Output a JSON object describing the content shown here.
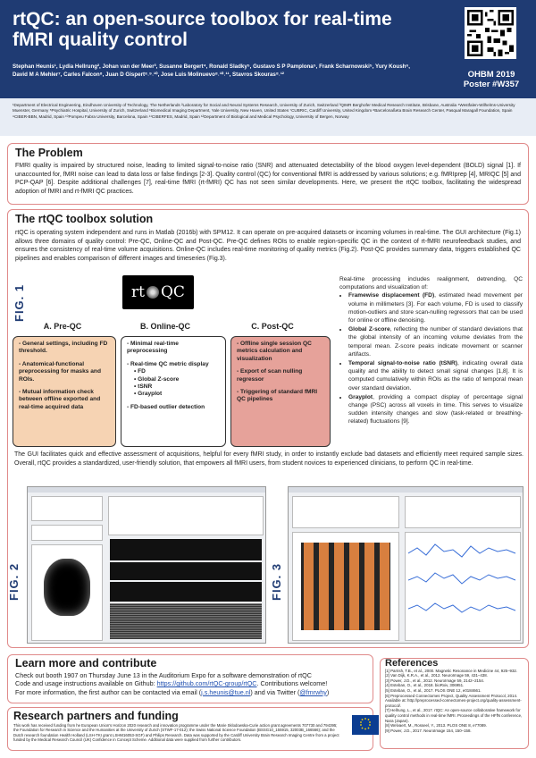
{
  "header": {
    "title": "rtQC: an open-source toolbox for real-time fMRI quality control",
    "authors": "Stephan Heunis¹, Lydia Hellrung², Johan van der Meer³, Susanne Bergert⁴, Ronald Sladky⁵, Gustavo S P Pamplona⁵, Frank Scharnowski⁵, Yury Koush⁶, David M A Mehler⁷, Carles Falcon⁸, Juan D Gispert⁸˒⁹˒¹⁰, Jose Luis Molinuevo⁸˒¹⁰˒¹¹, Stavros Skouras⁸˒¹²",
    "conference": "OHBM 2019",
    "poster": "Poster #W357"
  },
  "affiliations": "¹Department of Electrical Engineering, Eindhoven University of Technology, The Netherlands ²Laboratory for Social and Neural Systems Research, University of Zurich, Switzerland ³QIMR Berghofer Medical Research Institute, Brisbane, Australia ⁴Westfalen-Wilhelms-University Muenster, Germany ⁵Psychiatric Hospital, University of Zurich, Switzerland ⁶Biomedical Imaging Department, Yale University, New Haven, United States ⁷CUBRIC, Cardiff University, United Kingdom ⁸Barcelonaßeta Brain Research Center, Pasqual Maragall Foundation, Spain ⁹CIBER-BBN, Madrid, Spain ¹⁰Pompeu Fabra University, Barcelona, Spain ¹¹CIBERFES, Madrid, Spain ¹²Department of Biological and Medical Psychology, University of Bergen, Norway",
  "problem": {
    "heading": "The Problem",
    "text": "FMRI quality is impaired by structured noise, leading to limited signal-to-noise ratio (SNR) and attenuated detectability of the blood oxygen level-dependent (BOLD) signal [1]. If unaccounted for, fMRI noise can lead to data loss or false findings [2-3]. Quality control (QC) for conventional fMRI is addressed by various solutions; e.g. fMRIprep [4], MRIQC [5] and PCP-QAP [6]. Despite additional challenges [7], real-time fMRI (rt-fMRI) QC has not seen similar developments. Here, we present the rtQC toolbox, facilitating the widespread adoption of fMRI and rt-fMRI QC practices."
  },
  "solution": {
    "heading": "The rtQC toolbox solution",
    "intro": "rtQC is operating system independent and runs in Matlab (2016b) with SPM12. It can operate on pre-acquired datasets or incoming volumes in real-time. The GUI architecture (Fig.1) allows three domains of quality control: Pre-QC, Online-QC and Post-QC. Pre-QC defines ROIs to enable region-specific QC in the context of rt-fMRI neurofeedback studies, and ensures the consistency of real-time volume acquisitions. Online-QC includes real-time monitoring of quality metrics (Fig.2). Post-QC provides summary data, triggers established QC pipelines and enables comparison of different images and timeseries (Fig.3).",
    "fig1": "FIG. 1",
    "logo_left": "rt",
    "logo_right": "QC",
    "col_a": {
      "title": "A. Pre-QC",
      "items": [
        "General settings, including FD threshold.",
        "Anatomical-functional preprocessing for masks and ROIs.",
        "Mutual information check between offline exported and real-time acquired data"
      ]
    },
    "col_b": {
      "title": "B. Online-QC",
      "items": [
        "Minimal real-time preprocessing",
        "Real-time QC metric display"
      ],
      "subitems": [
        "FD",
        "Global Z-score",
        "tSNR",
        "Grayplot"
      ],
      "last": "FD-based outlier detection"
    },
    "col_c": {
      "title": "C. Post-QC",
      "items": [
        "Offline single session QC metrics calculation and visualization",
        "Export of scan nulling regressor",
        "Triggering of standard fMRI QC pipelines"
      ]
    },
    "metrics_intro": "Real-time processing includes realignment, detrending, QC computations and visualization of:",
    "metrics": [
      {
        "name": "Framewise displacement (FD)",
        "text": ", estimated head movement per volume in millimeters [3]. For each volume, FD is used to classify motion-outliers and store scan-nulling regressors that can be used for online or offline denoising."
      },
      {
        "name": "Global Z-score",
        "text": ", reflecting the number of standard deviations that the global intensity of an incoming volume deviates from the temporal mean. Z-score peaks indicate movement or scanner artifacts."
      },
      {
        "name": "Temporal signal-to-noise ratio (tSNR)",
        "text": ", indicating overall data quality and the ability to detect small signal changes [1,8]. It is computed cumulatively within ROIs as the ratio of temporal mean over standard deviation."
      },
      {
        "name": "Grayplot",
        "text": ", providing a compact display of percentage signal change (PSC) across all voxels in time. This serves to visualize sudden intensity changes and slow (task-related or breathing-related) fluctuations [9]."
      }
    ],
    "outro": "The GUI facilitates quick and effective assessment of acquisitions, helpful for every fMRI study, in order to instantly exclude bad datasets and efficiently meet required sample sizes. Overall, rtQC provides a standardized, user-friendly solution, that empowers all fMRI users, from student novices to experienced clinicians, to perform QC in real-time.",
    "fig2": "FIG. 2",
    "fig3": "FIG. 3"
  },
  "learn": {
    "heading": "Learn more and contribute",
    "text1": "Check out booth 1907 on Thursday June 13 in the Auditorium Expo for a software demonstration of rtQC",
    "text2": "Code and usage instructions available on Github: ",
    "link_github": "https://github.com/rtQC-group/rtQC",
    "text3": ". Contributions welcome!",
    "text4": "For more information, the first author can be contacted via email (",
    "link_email": "j.s.heunis@tue.nl",
    "text5": ") and via Twitter (",
    "link_twitter": "@fmrwhy",
    "text6": ")"
  },
  "funding": {
    "heading": "Research partners and funding",
    "text": "This work has received funding from he European Union's Horizon 2020 research and innovation programme under the Marie Sklodowska-Curie action grant agreements 707730 and 794395; the Foundation for Research in Science and the Humanities at the University of Zurich (STWF-17-012); the Swiss National Science Foundation (BSSG10_155915, 32003B_166566); and the Dutch research foundation Health Holland (LSH-TKI grant LSHM16053-SGF) and Philips Research. Data was supported by the Cardiff University Brain Research Imaging Centre from a project funded by the Medical Research Council (UK) Confidence in Concept Scheme. Additional data were supplied from further contributors."
  },
  "references": {
    "heading": "References",
    "items": [
      "[1] Parrish, T.B., et al., 2000. Magnetic Resonance in Medicine 44, 925–932.",
      "[2] Van Dijk, K.R.A., et al., 2012. NeuroImage 59, 431–438.",
      "[3] Power, J.D., et al., 2012. NeuroImage 59, 2142–2154.",
      "[4] Esteban, O., et al., 2018. bioRxiv, 306951.",
      "[5] Esteban, O., et al., 2017. PLOS ONE 12, e0184661.",
      "[6] Preprocessed Connectomes Project, Quality Assessment Protocol, 2014. Available at: http://preprocessed-connectomes-project.org/quality-assessment-protocol/.",
      "[7] Hellrung, L., et al., 2017. rtQC: An open-source collaborative framework for quality control methods in real-time fMRI. Proceedings of the HFfN conference, Nara (Japan).",
      "[8] Welvaert, M., Rosseel, Y., 2013. PLOS ONE 8, e77089.",
      "[9] Power, J.D., 2017. NeuroImage 154, 150–158."
    ]
  },
  "colors": {
    "header": "#1f3b73",
    "border": "#e08a8a",
    "col_a": "#f6d3b3",
    "col_b": "#ffffff",
    "col_c": "#e6a29a"
  }
}
